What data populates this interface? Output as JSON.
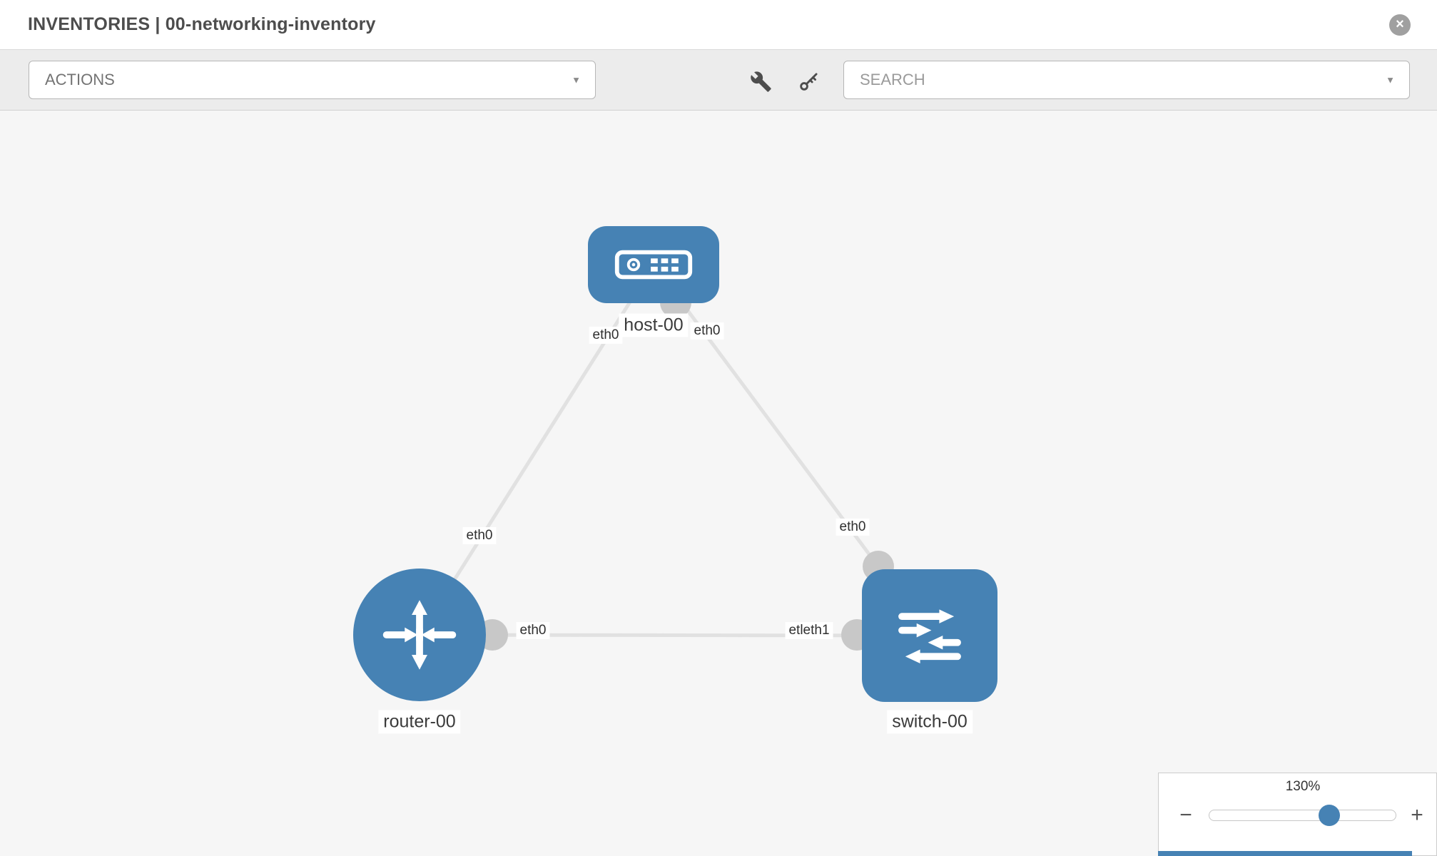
{
  "header": {
    "title": "INVENTORIES | 00-networking-inventory"
  },
  "icons": {
    "close": "×",
    "caret_down": "▼",
    "minus": "−",
    "plus": "+"
  },
  "toolbar": {
    "actions_label": "ACTIONS",
    "search_placeholder": "SEARCH"
  },
  "topology": {
    "nodes": [
      {
        "id": "host-00",
        "type": "host",
        "label": "host-00"
      },
      {
        "id": "router-00",
        "type": "router",
        "label": "router-00"
      },
      {
        "id": "switch-00",
        "type": "switch",
        "label": "switch-00"
      }
    ],
    "links": [
      {
        "from": "router-00",
        "from_iface": "eth0",
        "to": "host-00",
        "to_iface": "eth0"
      },
      {
        "from": "host-00",
        "from_iface": "eth0",
        "to": "switch-00",
        "to_iface": "eth0"
      },
      {
        "from": "router-00",
        "from_iface": "eth0",
        "to": "switch-00",
        "to_iface": "etleth1"
      }
    ]
  },
  "zoom": {
    "level": "130%"
  },
  "colors": {
    "node_blue": "#4682b4",
    "link_gray": "#e1e1e1",
    "port_gray": "#c8c8c8",
    "canvas_bg": "#f6f6f6",
    "toolbar_bg": "#ececec"
  }
}
